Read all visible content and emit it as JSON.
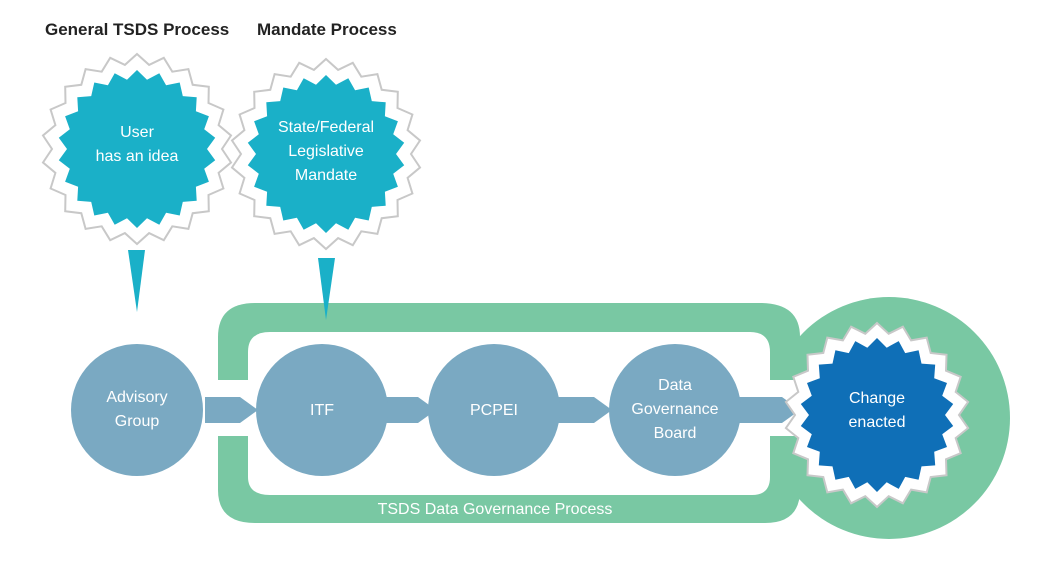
{
  "headers": {
    "general": "General TSDS Process",
    "mandate": "Mandate Process"
  },
  "starbursts": {
    "user_idea": [
      "User",
      "has an idea"
    ],
    "mandate": [
      "State/Federal",
      "Legislative",
      "Mandate"
    ]
  },
  "nodes": {
    "advisory": [
      "Advisory",
      "Group"
    ],
    "itf": [
      "ITF"
    ],
    "pcpei": [
      "PCPEI"
    ],
    "dgb": [
      "Data",
      "Governance",
      "Board"
    ],
    "change": [
      "Change",
      "enacted"
    ]
  },
  "process_label": "TSDS Data Governance Process",
  "colors": {
    "cyan": "#1ab0c8",
    "node": "#7aa9c2",
    "green": "#79c8a3",
    "blue": "#0f6fb7",
    "arrow": "#7aa9c2"
  }
}
